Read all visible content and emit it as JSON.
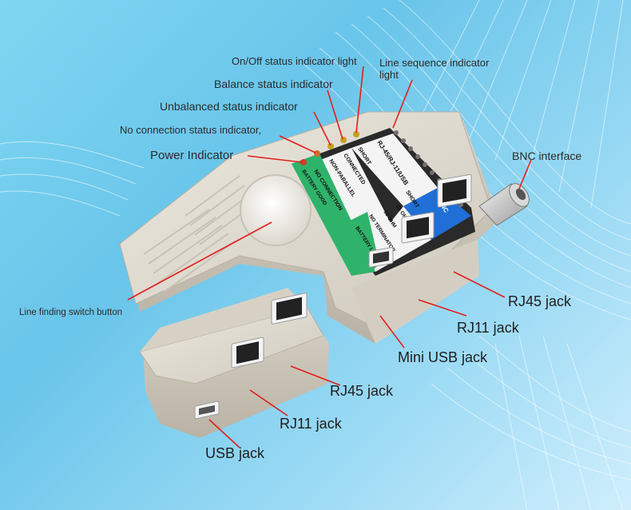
{
  "labels": {
    "on_off": "On/Off status indicator light",
    "line_seq": "Line sequence indicator",
    "line_seq2": "light",
    "balance": "Balance status indicator",
    "unbalanced": "Unbalanced status indicator",
    "no_connection": "No connection status indicator,",
    "power": "Power Indicator",
    "bnc": "BNC interface",
    "line_finding": "Line finding switch button",
    "rj45_main": "RJ45 jack",
    "rj11_main": "RJ11 jack",
    "mini_usb": "Mini USB jack",
    "rj45_remote": "RJ45 jack",
    "rj11_remote": "RJ11 jack",
    "usb": "USB jack"
  },
  "panel": {
    "no_connection": "NO CONNECTION",
    "non_parallel": "NON-PARALLEL",
    "connected": "CONNECTED",
    "short": "SHORT",
    "rj": "RJ-45/RJ-11/USB",
    "battery_good": "BATTERY GOOD",
    "bnc": "BNC",
    "short2": "SHORT",
    "ohm25": "25 OHM",
    "ohm50": "50 OHM",
    "no_term": "NO TERMINATOR",
    "battery_low": "BATTERY LOW"
  },
  "colors": {
    "device_body": "#e2ddd3",
    "panel_blue": "#1f6fd6",
    "panel_green": "#2fb36a",
    "pointer_line": "#e0201c"
  }
}
